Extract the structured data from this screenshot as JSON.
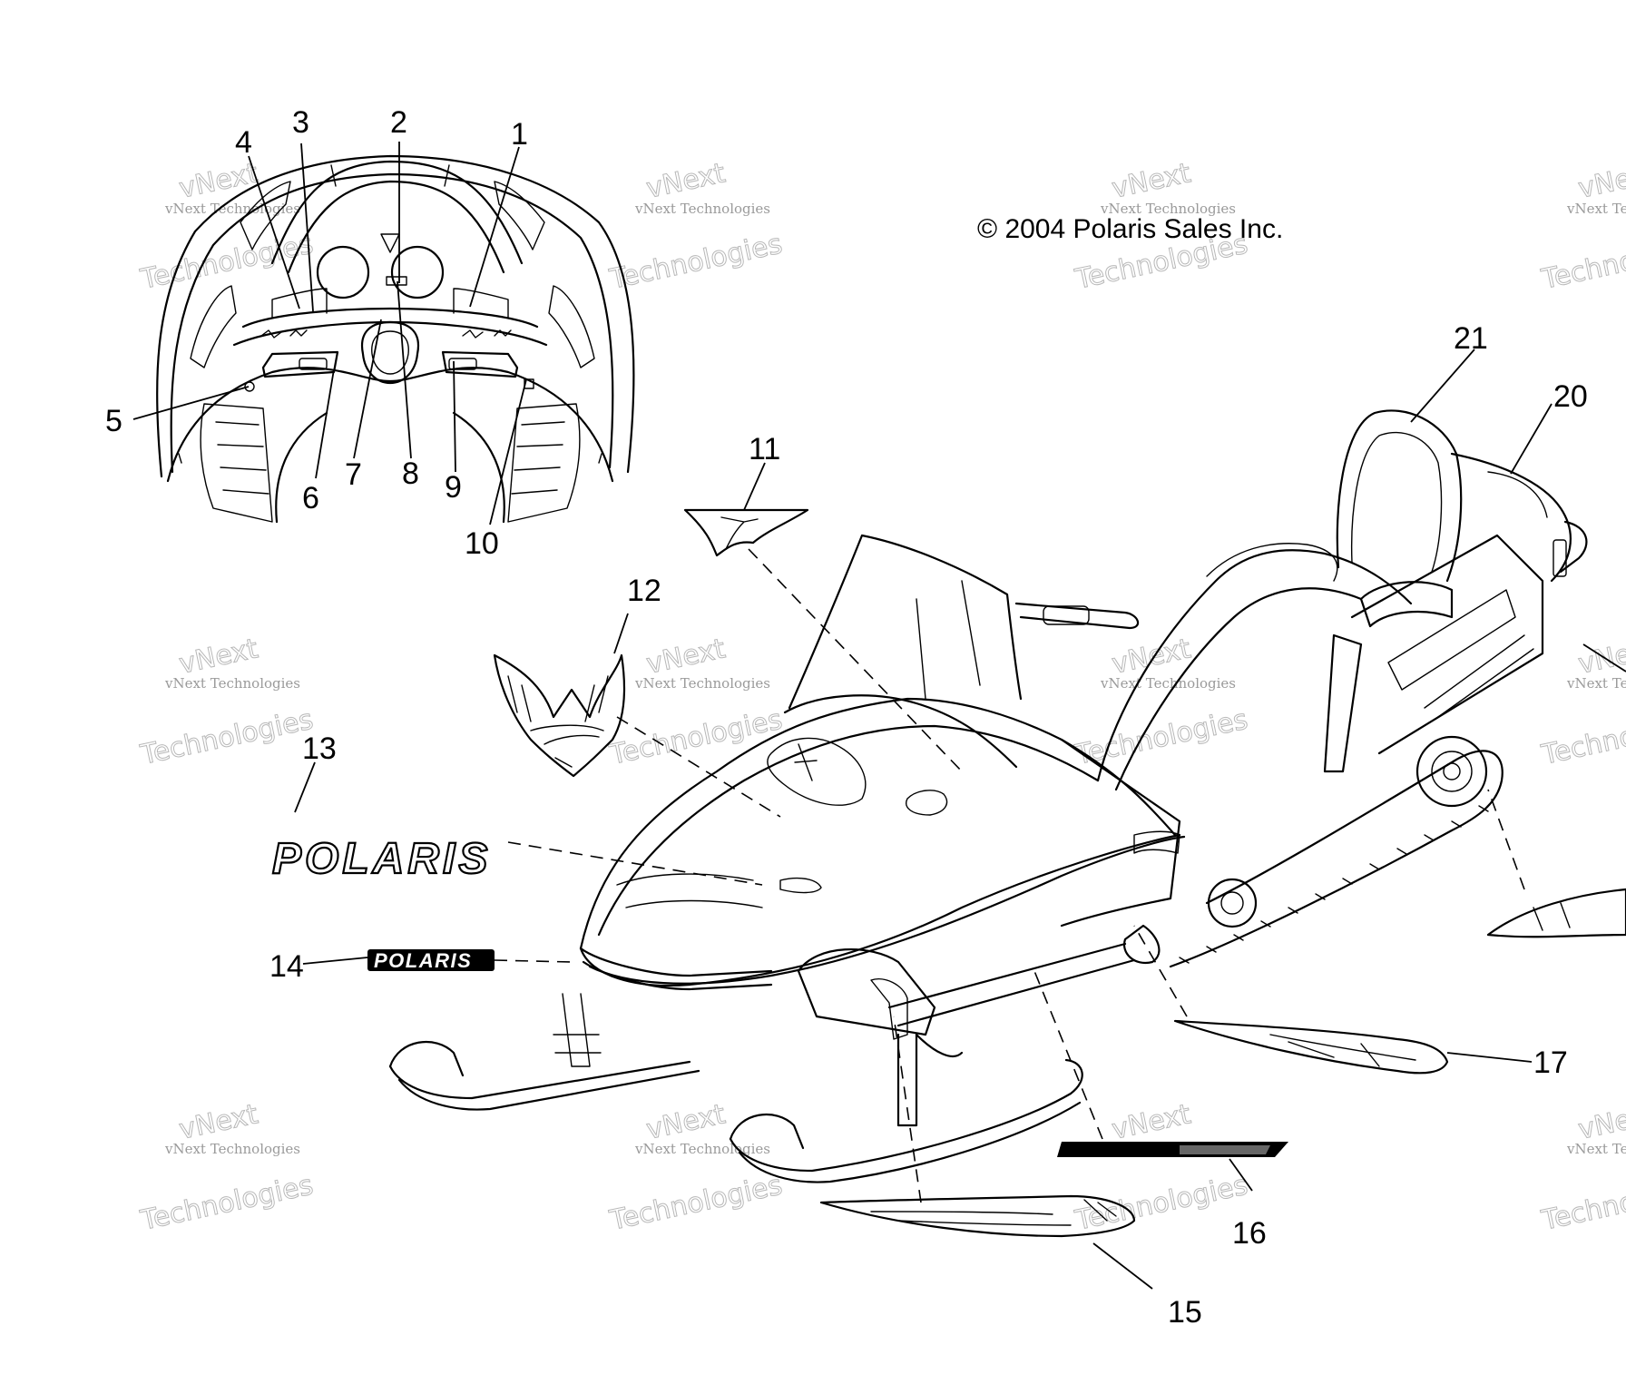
{
  "copyright": "© 2004 Polaris Sales Inc.",
  "watermark": {
    "small": "vNext Technologies",
    "big_top": "vNext",
    "big_bottom": "Technologies"
  },
  "callouts": [
    "1",
    "2",
    "3",
    "4",
    "5",
    "6",
    "7",
    "8",
    "9",
    "10",
    "11",
    "12",
    "13",
    "14",
    "15",
    "16",
    "17",
    "20",
    "21"
  ],
  "decals": {
    "logo_large": "POLARIS",
    "logo_small": "POLARIS"
  }
}
